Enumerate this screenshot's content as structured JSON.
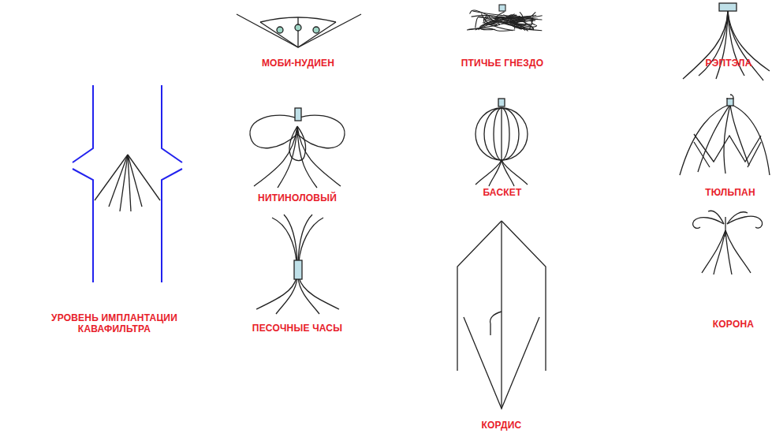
{
  "diagram": {
    "labels": [
      "УРОВЕНЬ ИМПЛАНТАЦИИ КАВАФИЛЬТРА",
      "МОБИ-НУДИЕН",
      "ПТИЧЬЕ ГНЕЗДО",
      "РЭПТЭЛА",
      "НИТИНОЛОВЫЙ",
      "БАСКЕТ",
      "ТЮЛЬПАН",
      "ПЕСОЧНЫЕ ЧАСЫ",
      "КОРДИС",
      "КОРОНА"
    ]
  }
}
